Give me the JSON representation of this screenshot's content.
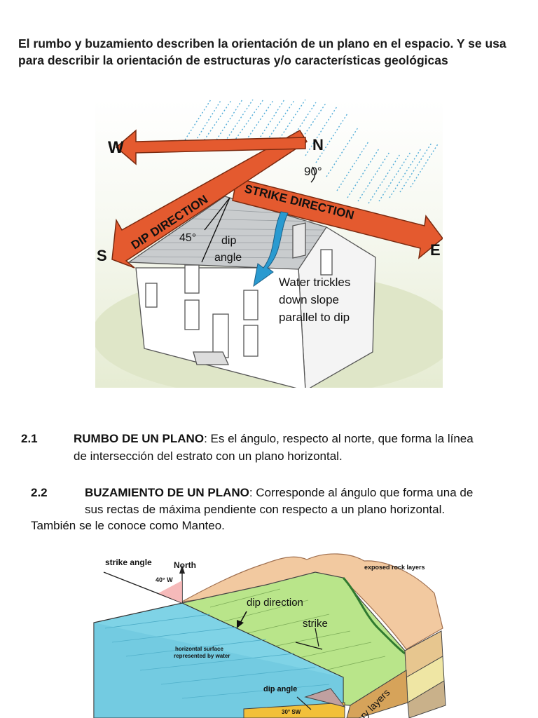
{
  "intro": "El rumbo y buzamiento describen la orientación de un plano en el espacio. Y se usa para describir la orientación de estructuras y/o características geológicas",
  "figure1": {
    "compass": {
      "west": "W",
      "north": "N",
      "south": "S",
      "east": "E"
    },
    "angle_90": "90°",
    "angle_45": "45°",
    "dip_direction": "DIP DIRECTION",
    "strike_direction": "STRIKE DIRECTION",
    "dip_angle_line1": "dip",
    "dip_angle_line2": "angle",
    "water_line1": "Water trickles",
    "water_line2": "down slope",
    "water_line3": "parallel to dip"
  },
  "section1": {
    "number": "2.1",
    "title": "RUMBO DE UN PLANO",
    "text_line1": ": Es el ángulo, respecto al norte, que forma la línea",
    "text_line2": "de intersección del estrato con un plano horizontal."
  },
  "section2": {
    "number": "2.2",
    "title": "BUZAMIENTO DE UN PLANO",
    "text_line1": ": Corresponde al ángulo que forma una de",
    "text_line2": "sus rectas de máxima pendiente con respecto a un plano horizontal.",
    "text_line3": "También se le conoce como Manteo."
  },
  "figure2": {
    "strike_angle": "strike angle",
    "north": "North",
    "angle_40w": "40° W",
    "exposed": "exposed rock layers",
    "dip_direction": "dip direction",
    "strike": "strike",
    "horizontal_line1": "horizontal surface",
    "horizontal_line2": "represented by water",
    "dip_angle": "dip angle",
    "angle_30sw": "30° SW",
    "layers": "ry layers"
  },
  "colors": {
    "arrow_orange": "#e45a2f",
    "rain_blue": "#2a9ad0",
    "water_cyan": "#7fd3e6",
    "plane_green": "#b9e58a",
    "rock_tan": "#f2c9a0"
  }
}
